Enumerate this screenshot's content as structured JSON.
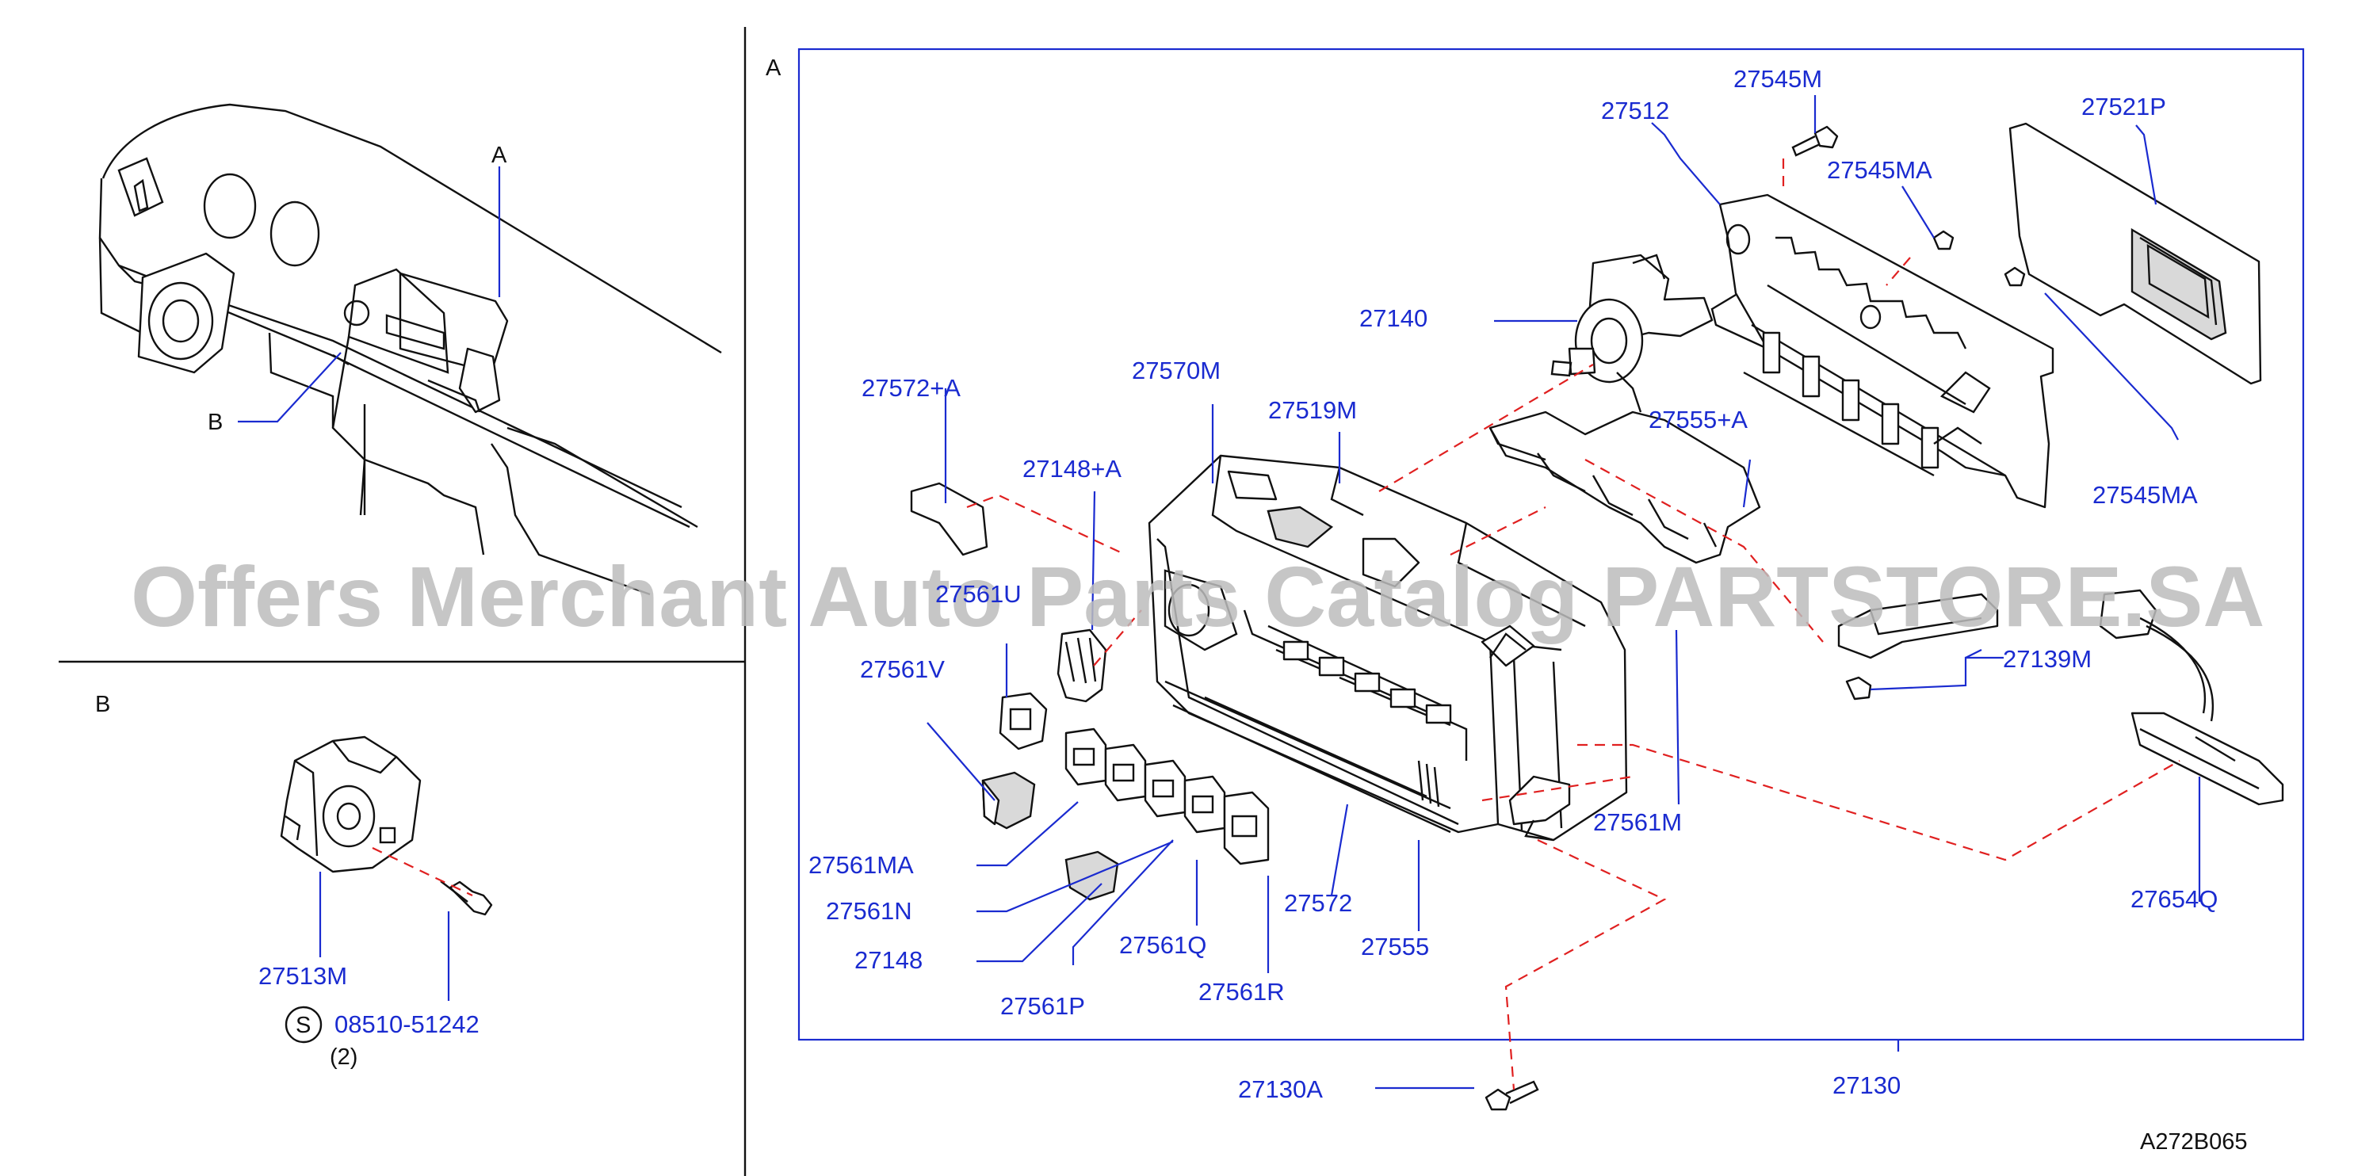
{
  "views": {
    "a": "A",
    "b": "B",
    "a_marker": "A",
    "b_marker": "B"
  },
  "parts": {
    "p27545M": "27545M",
    "p27512": "27512",
    "p27545MA_top": "27545MA",
    "p27521P": "27521P",
    "p27140": "27140",
    "p27570M": "27570M",
    "p27519M": "27519M",
    "p27572A": "27572+A",
    "p27555A": "27555+A",
    "p27148A": "27148+A",
    "p27545MA_right": "27545MA",
    "p27561U": "27561U",
    "p27561V": "27561V",
    "p27139M": "27139M",
    "p27561M": "27561M",
    "p27561MA": "27561MA",
    "p27561N": "27561N",
    "p27148": "27148",
    "p27572": "27572",
    "p27555": "27555",
    "p27561Q": "27561Q",
    "p27561P": "27561P",
    "p27561R": "27561R",
    "p27654Q": "27654Q",
    "p27130A": "27130A",
    "p27130": "27130",
    "p27513M": "27513M",
    "p08510": "08510-51242",
    "qty": "(2)",
    "s_symbol": "S"
  },
  "watermark": "Offers Merchant Auto Parts Catalog PARTSTORE.SA",
  "drawing_code": "A272B065",
  "colors": {
    "part_number": "#1a2bd0",
    "dashed_guide": "#e02020",
    "line_art": "#111111",
    "watermark": "#bdbdbd"
  }
}
